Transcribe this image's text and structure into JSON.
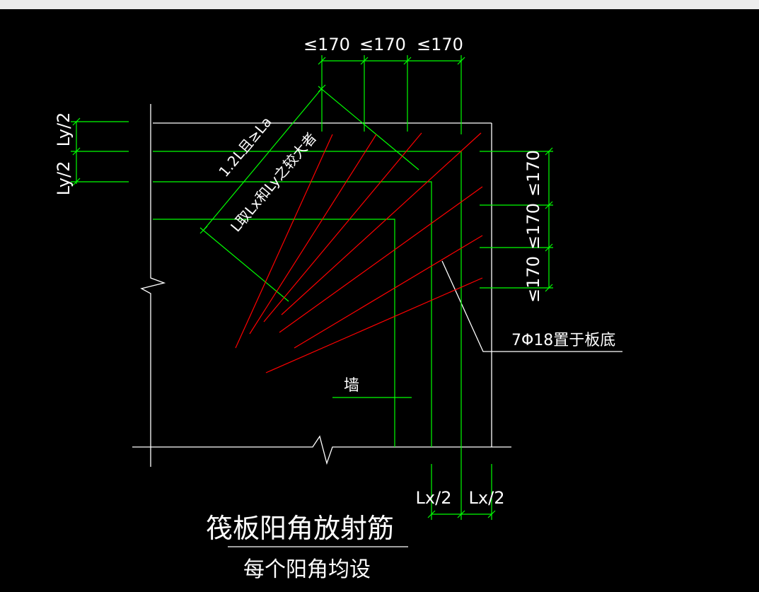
{
  "drawing": {
    "title": "筏板阳角放射筋",
    "subtitle": "每个阳角均设",
    "top_dims": [
      "≤170",
      "≤170",
      "≤170"
    ],
    "right_dims": [
      "≤170",
      "≤170",
      "≤170"
    ],
    "left_dims": [
      "Ly/2",
      "Ly/2"
    ],
    "bottom_dims": [
      "Lx/2",
      "Lx/2"
    ],
    "diag_text_1": "1.2L且≥La",
    "diag_text_2": "L取Lx和Ly之较大者",
    "rebar_label": "7Φ18置于板底",
    "wall_label": "墙"
  },
  "colors": {
    "background": "#000000",
    "outline": "#ffffff",
    "dimension": "#00ff00",
    "rebar": "#ff0000"
  }
}
